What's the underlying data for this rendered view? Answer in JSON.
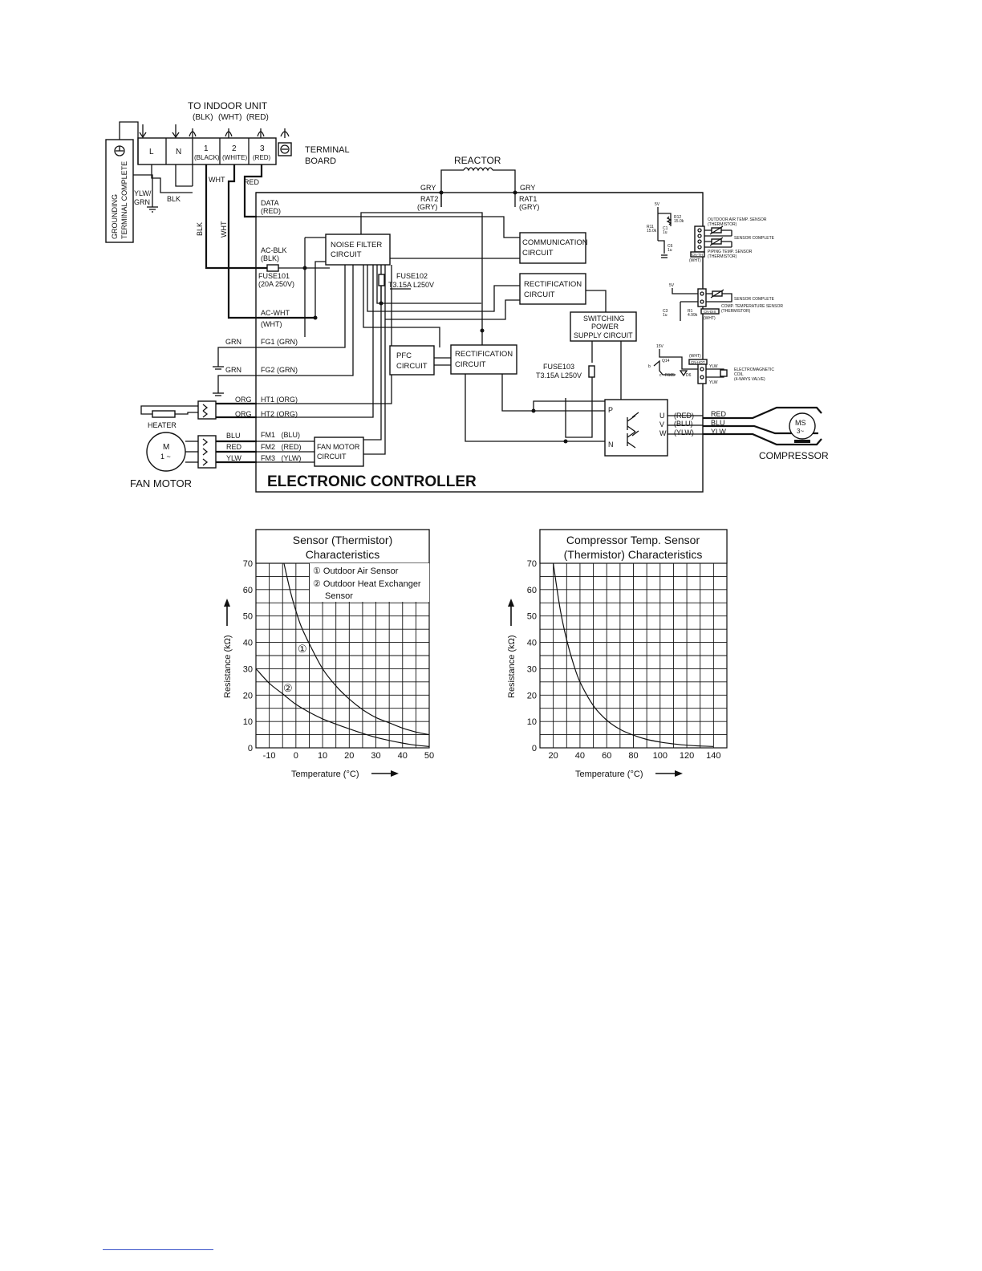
{
  "wiring": {
    "to_indoor_unit": "TO INDOOR UNIT",
    "indoor_wire_colors": [
      "(BLK)",
      "(WHT)",
      "(RED)"
    ],
    "terminal_board": [
      "TERMINAL",
      "BOARD"
    ],
    "terminals": [
      {
        "num": "L",
        "sub": ""
      },
      {
        "num": "N",
        "sub": ""
      },
      {
        "num": "1",
        "sub": "(BLACK)"
      },
      {
        "num": "2",
        "sub": "(WHITE)"
      },
      {
        "num": "3",
        "sub": "(RED)"
      }
    ],
    "grounding": [
      "GROUNDING",
      "TERMINAL COMPLETE"
    ],
    "ylw_grn": [
      "YLW/",
      "GRN"
    ],
    "blk": "BLK",
    "wht": "WHT",
    "red": "RED",
    "gry": "GRY",
    "grn": "GRN",
    "org": "ORG",
    "reactor": "REACTOR",
    "rat2": [
      "RAT2",
      "(GRY)"
    ],
    "rat1": [
      "RAT1",
      "(GRY)"
    ],
    "data": [
      "DATA",
      "(RED)"
    ],
    "ac_blk": [
      "AC-BLK",
      "(BLK)"
    ],
    "fuse101": [
      "FUSE101",
      "(20A 250V)"
    ],
    "ac_wht": [
      "AC-WHT",
      "(WHT)"
    ],
    "fg1": "FG1 (GRN)",
    "fg2": "FG2 (GRN)",
    "ht1": "HT1 (ORG)",
    "ht2": "HT2 (ORG)",
    "heater": "HEATER",
    "fan_motor_wires": [
      "BLU",
      "RED",
      "YLW"
    ],
    "fm_terminals": [
      "FM1   (BLU)",
      "FM2   (RED)",
      "FM3   (YLW)"
    ],
    "fan_motor_symbol": [
      "M",
      "1 ~"
    ],
    "fan_motor": "FAN MOTOR",
    "noise_filter": [
      "NOISE FILTER",
      "CIRCUIT"
    ],
    "fuse102": [
      "FUSE102",
      "T3.15A L250V"
    ],
    "communication": [
      "COMMUNICATION",
      "CIRCUIT"
    ],
    "rectification_1": [
      "RECTIFICATION",
      "CIRCUIT"
    ],
    "switching": [
      "SWITCHING",
      "POWER",
      "SUPPLY CIRCUIT"
    ],
    "pfc": [
      "PFC",
      "CIRCUIT"
    ],
    "rectification_2": [
      "RECTIFICATION",
      "CIRCUIT"
    ],
    "fuse103": [
      "FUSE103",
      "T3.15A L250V"
    ],
    "fan_motor_circuit": [
      "FAN MOTOR",
      "CIRCUIT"
    ],
    "power_module_pins": [
      "P",
      "N",
      "U",
      "V",
      "W"
    ],
    "uvw_colors": [
      "(RED)",
      "(BLU)",
      "(YLW)"
    ],
    "compressor_wires": [
      "RED",
      "BLU",
      "YLW"
    ],
    "compressor_symbol": [
      "MS",
      "3~"
    ],
    "compressor": "COMPRESSOR",
    "electronic_controller": "ELECTRONIC CONTROLLER",
    "sensors": {
      "outdoor_air": [
        "OUTDOOR AIR TEMP. SENSOR",
        "(THERMISTOR)"
      ],
      "sensor_complete": "SENSOR COMPLETE",
      "piping": [
        "PIPING TEMP. SENSOR",
        "(THERMISTOR)"
      ],
      "cn_th": "CN-TH",
      "wht": "(WHT)",
      "comp_temp": [
        "COMP. TEMPERATURE SENSOR",
        "(THERMISTOR)"
      ],
      "cn_dis": "CN-DIS",
      "cn_hot": "CN-HOT",
      "ylw": "YLW",
      "electromagnetic": [
        "ELECTROMAGNETIC",
        "COIL",
        "(4-WAYS VALVE)"
      ],
      "five_v": "5V",
      "fifteen_v": "15V",
      "r11": [
        "R11",
        "15.0k"
      ],
      "r12": [
        "R12",
        "15.0k"
      ],
      "c1": [
        "C1",
        "1u"
      ],
      "c6": [
        "C6",
        "1u"
      ],
      "c3": [
        "C3",
        "1u"
      ],
      "r1": [
        "R1",
        "4.99k"
      ],
      "q14": "Q14",
      "r105": "R105",
      "d6": "D6",
      "b": "b",
      "c": "c"
    }
  },
  "chart_data": [
    {
      "type": "line",
      "title": [
        "Sensor (Thermistor)",
        "Characteristics"
      ],
      "xlabel": "Temperature (°C)",
      "ylabel": "Resistance (kΩ)",
      "xlim": [
        -15,
        50
      ],
      "ylim": [
        0,
        70
      ],
      "x_ticks": [
        -10,
        0,
        10,
        20,
        30,
        40,
        50
      ],
      "y_ticks": [
        0,
        10,
        20,
        30,
        40,
        50,
        60,
        70
      ],
      "grid": true,
      "legend": [
        "① Outdoor Air Sensor",
        "② Outdoor Heat Exchanger",
        "Sensor"
      ],
      "series": [
        {
          "name": "① Outdoor Air Sensor",
          "x": [
            -4.5,
            -2,
            0,
            2,
            5,
            10,
            15,
            20,
            25,
            30,
            35,
            40,
            45,
            50
          ],
          "y": [
            70,
            59,
            52,
            46,
            39.5,
            30,
            23.5,
            18.5,
            14.5,
            11.5,
            9.5,
            7.5,
            6,
            5
          ]
        },
        {
          "name": "② Outdoor Heat Exchanger Sensor",
          "x": [
            -15,
            -10,
            -5,
            0,
            5,
            10,
            15,
            20,
            25,
            30,
            35,
            40,
            45,
            50
          ],
          "y": [
            30,
            24.5,
            20.5,
            16.5,
            13.5,
            11,
            9,
            7.2,
            5.5,
            4,
            2.8,
            1.8,
            1,
            0.5
          ]
        }
      ],
      "curve_labels": [
        "①",
        "②"
      ]
    },
    {
      "type": "line",
      "title": [
        "Compressor Temp. Sensor",
        "(Thermistor) Characteristics"
      ],
      "xlabel": "Temperature (°C)",
      "ylabel": "Resistance (kΩ)",
      "xlim": [
        10,
        150
      ],
      "ylim": [
        0,
        70
      ],
      "x_ticks": [
        20,
        40,
        60,
        80,
        100,
        120,
        140
      ],
      "y_ticks": [
        0,
        10,
        20,
        30,
        40,
        50,
        60,
        70
      ],
      "grid": true,
      "series": [
        {
          "name": "",
          "x": [
            20,
            25,
            30,
            35,
            40,
            50,
            60,
            70,
            80,
            90,
            100,
            110,
            120,
            130,
            140
          ],
          "y": [
            70,
            53,
            41,
            32,
            25,
            16,
            10.5,
            7,
            4.8,
            3.2,
            2.2,
            1.5,
            1,
            0.7,
            0.5
          ]
        }
      ]
    }
  ]
}
